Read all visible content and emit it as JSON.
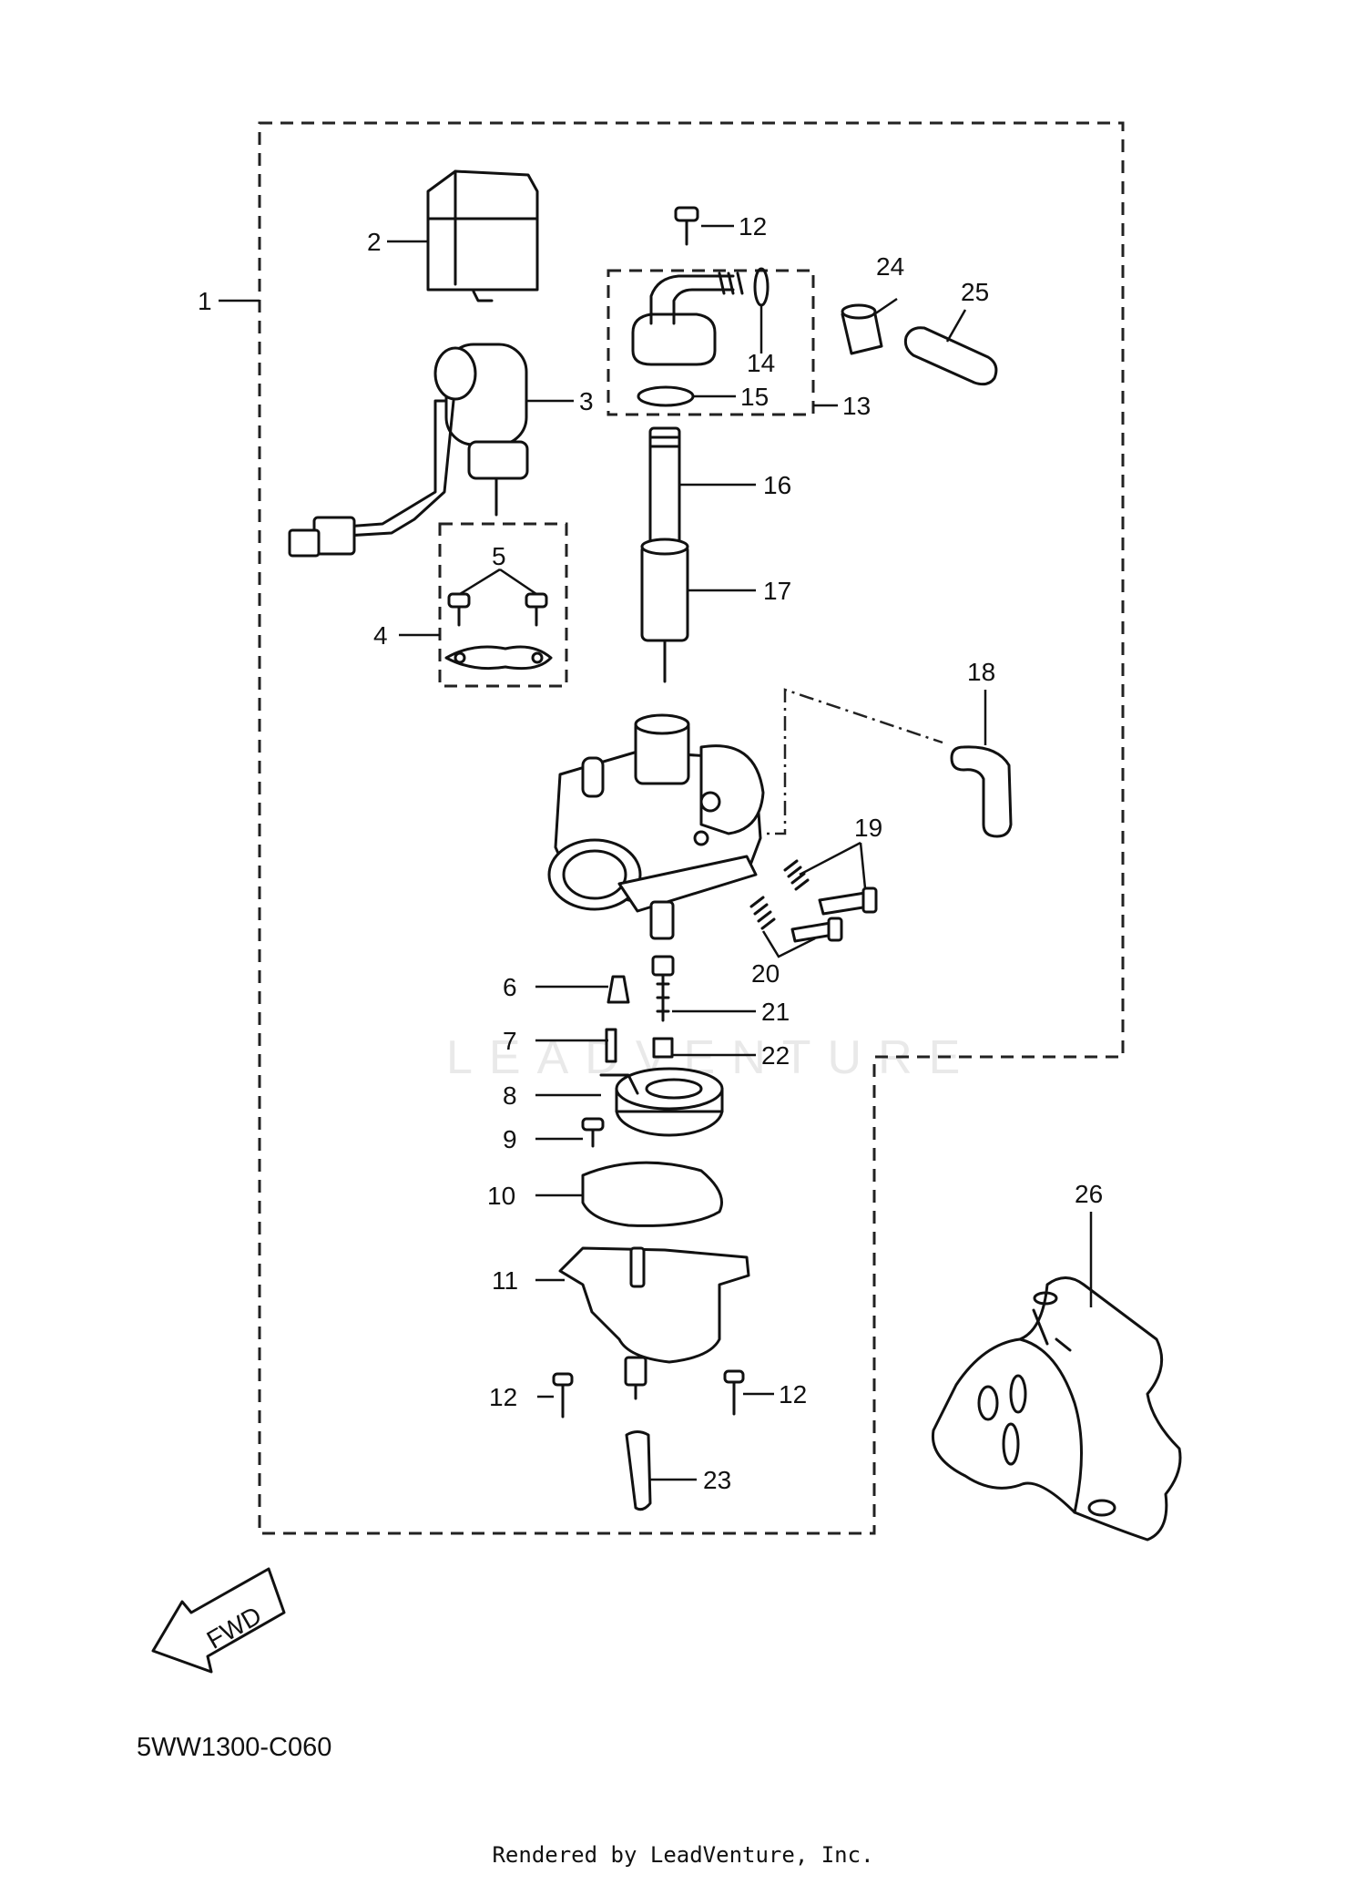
{
  "diagram_code": "5WW1300-C060",
  "credit": "Rendered by LeadVenture, Inc.",
  "watermark": "LEADVENTURE",
  "direction_label": "FWD",
  "callouts": {
    "c1": "1",
    "c2": "2",
    "c3": "3",
    "c4": "4",
    "c5": "5",
    "c6": "6",
    "c7": "7",
    "c8": "8",
    "c9": "9",
    "c10": "10",
    "c11": "11",
    "c12a": "12",
    "c12b": "12",
    "c12c": "12",
    "c13": "13",
    "c14": "14",
    "c15": "15",
    "c16": "16",
    "c17": "17",
    "c18": "18",
    "c19": "19",
    "c20": "20",
    "c21": "21",
    "c22": "22",
    "c23": "23",
    "c24": "24",
    "c25": "25",
    "c26": "26"
  }
}
